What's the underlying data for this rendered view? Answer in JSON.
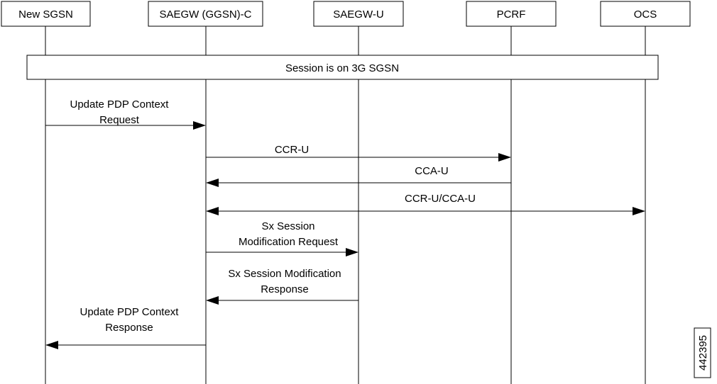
{
  "entities": [
    {
      "id": "sgsn",
      "label": "New SGSN"
    },
    {
      "id": "saegwc",
      "label": "SAEGW (GGSN)-C"
    },
    {
      "id": "saegwu",
      "label": "SAEGW-U"
    },
    {
      "id": "pcrf",
      "label": "PCRF"
    },
    {
      "id": "ocs",
      "label": "OCS"
    }
  ],
  "banner": {
    "label": "Session is on 3G SGSN"
  },
  "messages": [
    {
      "id": "update-pdp-request",
      "from": "sgsn",
      "to": "saegwc",
      "lines": [
        "Update PDP Context",
        "Request"
      ]
    },
    {
      "id": "ccr-u",
      "from": "saegwc",
      "to": "pcrf",
      "lines": [
        "CCR-U"
      ]
    },
    {
      "id": "cca-u",
      "from": "pcrf",
      "to": "saegwc",
      "lines": [
        "CCA-U"
      ]
    },
    {
      "id": "ccr-cca-u",
      "from": "saegwc",
      "to": "ocs",
      "bidirectional": true,
      "lines": [
        "CCR-U/CCA-U"
      ]
    },
    {
      "id": "sx-mod-request",
      "from": "saegwc",
      "to": "saegwu",
      "lines": [
        "Sx Session",
        "Modification Request"
      ]
    },
    {
      "id": "sx-mod-response",
      "from": "saegwu",
      "to": "saegwc",
      "lines": [
        "Sx Session Modification",
        "Response"
      ]
    },
    {
      "id": "update-pdp-response",
      "from": "saegwc",
      "to": "sgsn",
      "lines": [
        "Update PDP Context",
        "Response"
      ]
    }
  ],
  "figure_id": "442395"
}
